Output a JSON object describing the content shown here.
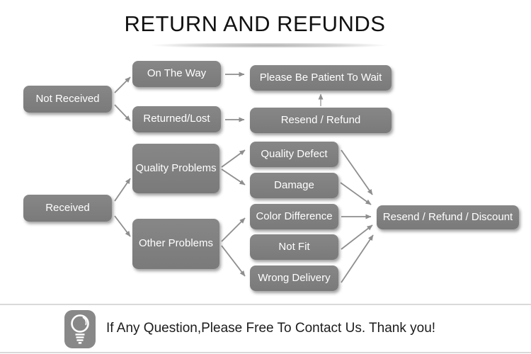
{
  "title": "RETURN AND REFUNDS",
  "flowchart": {
    "nodes": {
      "not_received": "Not Received",
      "on_the_way": "On The Way",
      "returned_lost": "Returned/Lost",
      "please_wait": "Please Be Patient To Wait",
      "resend_refund": "Resend / Refund",
      "received": "Received",
      "quality_problems": "Quality Problems",
      "other_problems": "Other Problems",
      "quality_defect": "Quality Defect",
      "damage": "Damage",
      "color_difference": "Color Difference",
      "not_fit": "Not Fit",
      "wrong_delivery": "Wrong Delivery",
      "resend_refund_discount": "Resend / Refund / Discount"
    },
    "edges": [
      [
        "Not Received",
        "On The Way"
      ],
      [
        "Not Received",
        "Returned/Lost"
      ],
      [
        "On The Way",
        "Please Be Patient To Wait"
      ],
      [
        "Returned/Lost",
        "Resend / Refund"
      ],
      [
        "Resend / Refund",
        "Please Be Patient To Wait"
      ],
      [
        "Received",
        "Quality Problems"
      ],
      [
        "Received",
        "Other Problems"
      ],
      [
        "Quality Problems",
        "Quality Defect"
      ],
      [
        "Quality Problems",
        "Damage"
      ],
      [
        "Other Problems",
        "Color Difference"
      ],
      [
        "Other Problems",
        "Wrong Delivery"
      ],
      [
        "Quality Defect",
        "Resend / Refund / Discount"
      ],
      [
        "Damage",
        "Resend / Refund / Discount"
      ],
      [
        "Color Difference",
        "Resend / Refund / Discount"
      ],
      [
        "Not Fit",
        "Resend / Refund / Discount"
      ],
      [
        "Wrong Delivery",
        "Resend / Refund / Discount"
      ]
    ]
  },
  "footer": {
    "icon": "lightbulb-icon",
    "message": "If Any Question,Please Free To Contact Us. Thank you!"
  },
  "colors": {
    "node_bg": "#7f7f7f",
    "node_text": "#ffffff",
    "arrow": "#8e8e8e",
    "title_text": "#111111",
    "divider": "#d9d9d9",
    "icon_bg": "#888888"
  }
}
